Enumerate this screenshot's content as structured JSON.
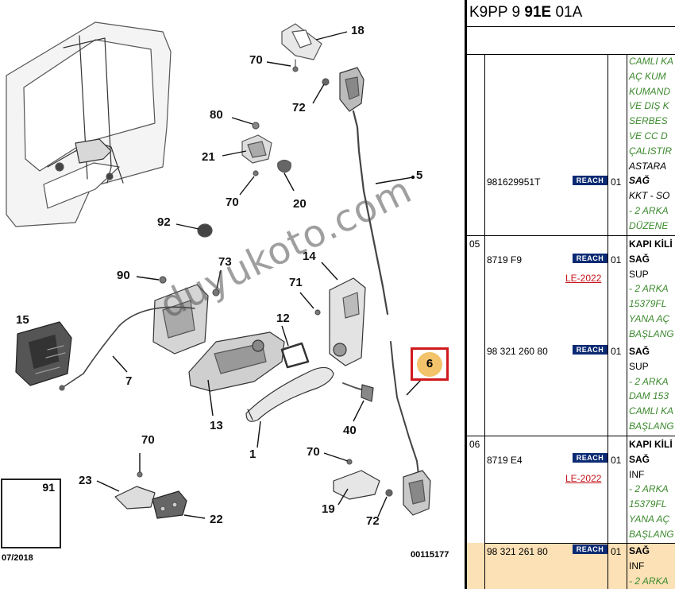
{
  "diagram": {
    "callouts": [
      {
        "id": "c18",
        "label": "18"
      },
      {
        "id": "c70a",
        "label": "70"
      },
      {
        "id": "c72a",
        "label": "72"
      },
      {
        "id": "c80",
        "label": "80"
      },
      {
        "id": "c21",
        "label": "21"
      },
      {
        "id": "c70b",
        "label": "70"
      },
      {
        "id": "c20",
        "label": "20"
      },
      {
        "id": "c5",
        "label": "5"
      },
      {
        "id": "c92",
        "label": "92"
      },
      {
        "id": "c73",
        "label": "73"
      },
      {
        "id": "c90",
        "label": "90"
      },
      {
        "id": "c14",
        "label": "14"
      },
      {
        "id": "c71",
        "label": "71"
      },
      {
        "id": "c15",
        "label": "15"
      },
      {
        "id": "c12",
        "label": "12"
      },
      {
        "id": "c7",
        "label": "7"
      },
      {
        "id": "c13",
        "label": "13"
      },
      {
        "id": "c40",
        "label": "40"
      },
      {
        "id": "c1",
        "label": "1"
      },
      {
        "id": "c70c",
        "label": "70"
      },
      {
        "id": "c70d",
        "label": "70"
      },
      {
        "id": "c23",
        "label": "23"
      },
      {
        "id": "c22",
        "label": "22"
      },
      {
        "id": "c19",
        "label": "19"
      },
      {
        "id": "c72b",
        "label": "72"
      }
    ],
    "highlighted_part": "6",
    "inset_label": "91",
    "date_label": "07/2018",
    "ref_number": "00115177",
    "watermark": "duyukoto.com",
    "highlight_color": "#d0191c"
  },
  "panel": {
    "code_prefix": "K9PP 9 ",
    "code_bold": "91E",
    "code_suffix": " 01A",
    "reach_label": "REACH",
    "colors": {
      "reach_bg": "#0b2a73",
      "note_green": "#3c8a2e",
      "highlight_row": "#fce1b6",
      "le_red": "#c4151c"
    },
    "rows": [
      {
        "group": "",
        "ref": "981629951T",
        "le": "",
        "qty": "01",
        "desc_top": [
          "CAMLI KA",
          "AÇ KUM",
          "KUMAND",
          "VE DIŞ K",
          "SERBES",
          "VE CC D",
          "ÇALISTIR"
        ],
        "desc": [
          {
            "text": "ASTARA",
            "style": "k"
          },
          {
            "text": "SAĞ",
            "style": "bold"
          },
          {
            "text": "KKT - SO",
            "style": "k"
          },
          {
            "text": "- 2 ARKA",
            "style": "g"
          },
          {
            "text": "DÜZENE",
            "style": "g"
          }
        ]
      },
      {
        "group": "05",
        "title": "KAPI KİLİ",
        "ref": "8719 F9",
        "le": "LE-2022",
        "qty": "01",
        "desc": [
          {
            "text": "SAĞ",
            "style": "bold"
          },
          {
            "text": "SUP",
            "style": "k"
          },
          {
            "text": "- 2 ARKA",
            "style": "g"
          },
          {
            "text": "15379FL",
            "style": "g"
          },
          {
            "text": "YANA AÇ",
            "style": "g"
          },
          {
            "text": "BAŞLANG",
            "style": "g"
          }
        ]
      },
      {
        "group": "",
        "ref": "98 321 260 80",
        "le": "",
        "qty": "01",
        "desc": [
          {
            "text": "SAĞ",
            "style": "bold"
          },
          {
            "text": "SUP",
            "style": "k"
          },
          {
            "text": "- 2 ARKA",
            "style": "g"
          },
          {
            "text": "DAM 153",
            "style": "g"
          },
          {
            "text": "CAMLI KA",
            "style": "g"
          },
          {
            "text": "BAŞLANG",
            "style": "g"
          }
        ]
      },
      {
        "group": "06",
        "title": "KAPI KİLİ",
        "ref": "8719 E4",
        "le": "LE-2022",
        "qty": "01",
        "desc": [
          {
            "text": "SAĞ",
            "style": "bold"
          },
          {
            "text": "INF",
            "style": "k"
          },
          {
            "text": "- 2 ARKA",
            "style": "g"
          },
          {
            "text": "15379FL",
            "style": "g"
          },
          {
            "text": "YANA AÇ",
            "style": "g"
          },
          {
            "text": "BAŞLANG",
            "style": "g"
          }
        ]
      },
      {
        "group": "",
        "ref": "98 321 261 80",
        "le": "",
        "qty": "01",
        "highlighted": true,
        "desc": [
          {
            "text": "SAĞ",
            "style": "bold"
          },
          {
            "text": "INF",
            "style": "k"
          },
          {
            "text": "- 2 ARKA",
            "style": "g"
          }
        ]
      }
    ]
  }
}
